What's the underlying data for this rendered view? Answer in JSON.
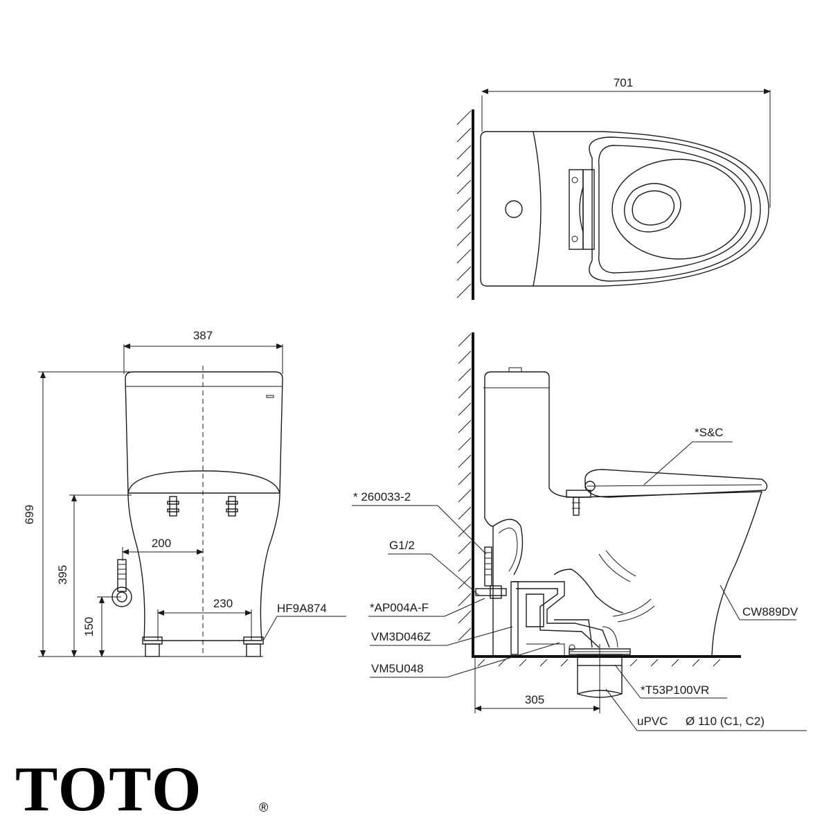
{
  "dimensions": {
    "top_width": "701",
    "front_width": "387",
    "height_total": "699",
    "height_inlet": "395",
    "height_supply": "150",
    "offset_supply": "200",
    "bolt_spacing": "230",
    "rough_in": "305"
  },
  "parts": {
    "fitting_flex": "* 260033-2",
    "supply_thread": "G1/2",
    "angle_valve": "*AP004A-F",
    "fill_valve": "VM3D046Z",
    "flush_valve": "VM5U048",
    "seat_cover": "*S&C",
    "bowl_model": "CW889DV",
    "floor_bolt": "HF9A874",
    "flange": "*T53P100VR",
    "pipe_material": "uPVC",
    "pipe_size": "Ø 110 (C1, C2)"
  },
  "brand": {
    "logo_text": "TOTO",
    "registered_mark": "®"
  },
  "colors": {
    "line": "#1a1a1a",
    "background": "#ffffff"
  }
}
